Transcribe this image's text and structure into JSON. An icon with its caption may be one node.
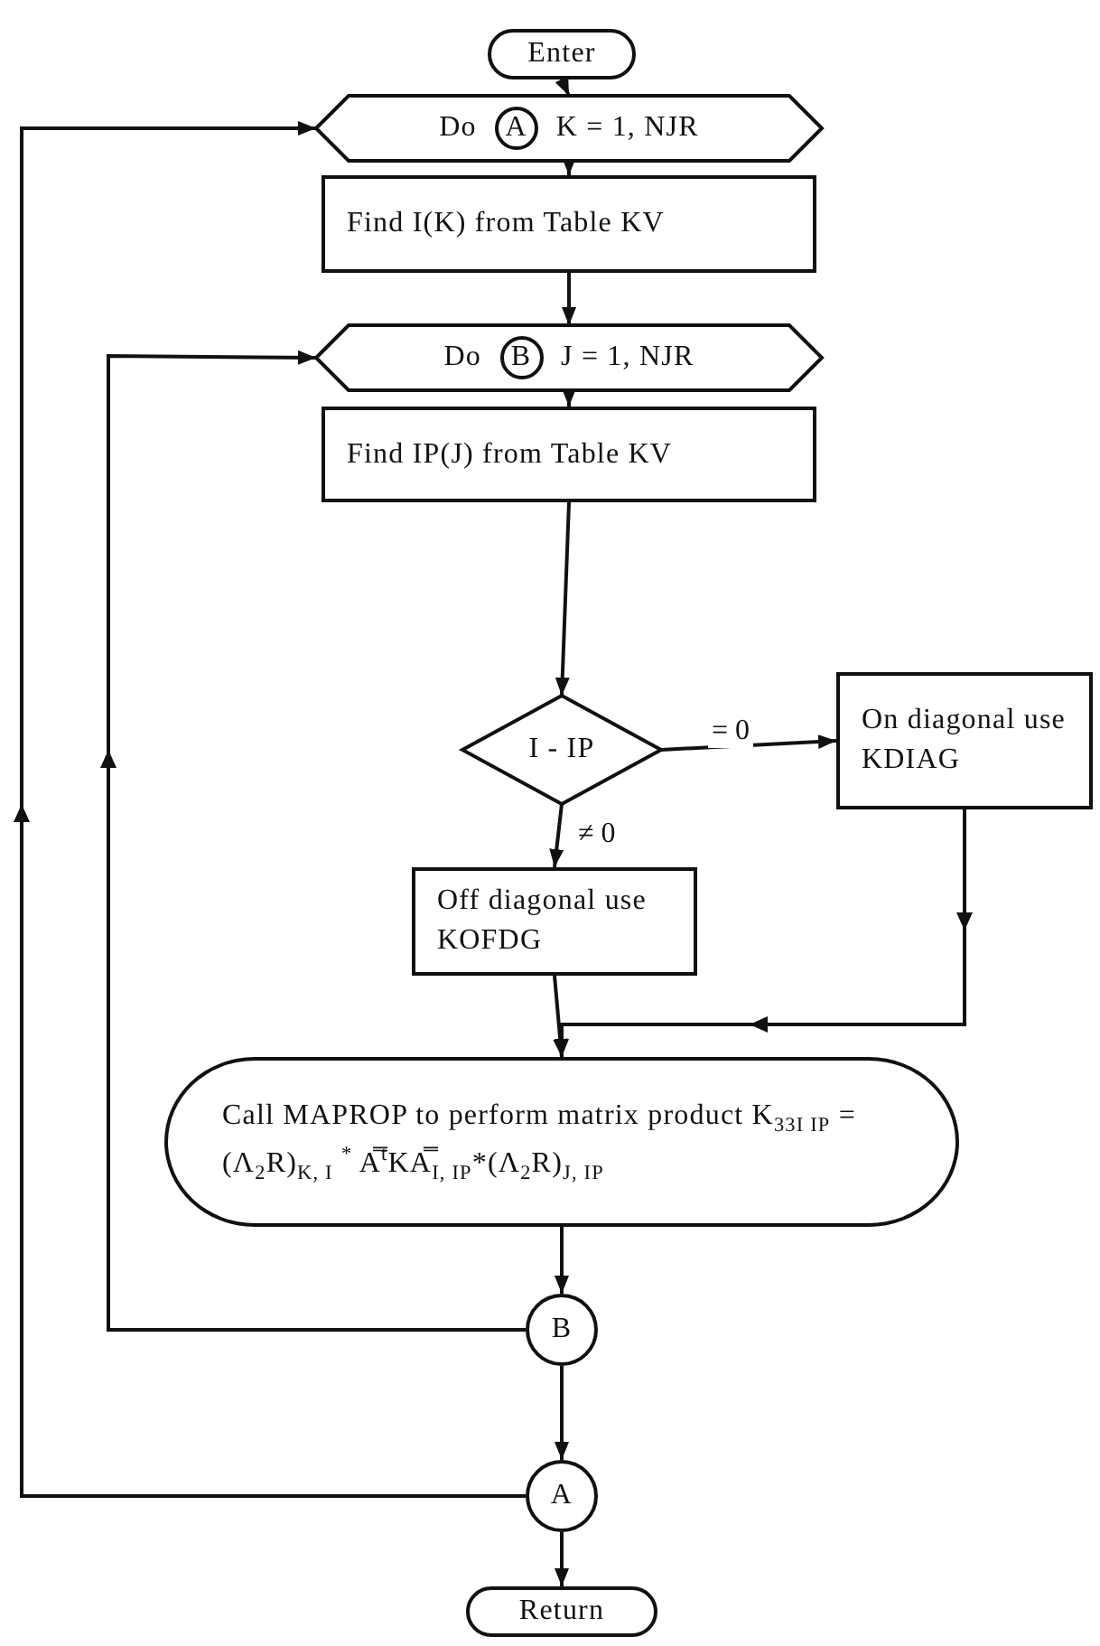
{
  "diagram": {
    "nodes": [
      {
        "text": [
          "Enter"
        ]
      },
      {
        "text": [
          "Do",
          "A",
          "K = 1, NJR"
        ]
      },
      {
        "text": [
          "Find I(K) from Table KV"
        ]
      },
      {
        "text": [
          "Do",
          "B",
          "J = 1, NJR"
        ]
      },
      {
        "text": [
          "Find IP(J) from Table KV"
        ]
      },
      {
        "text": [
          "I - IP"
        ]
      },
      {
        "text": [
          "On diagonal use KDIAG"
        ]
      },
      {
        "text": [
          "Off diagonal use KOFDG"
        ]
      },
      {
        "text": [
          "Call MAPROP to perform matrix product K$_{33I IP}$ = (Λ$_{2}$R)$_{K, I}$ $^{*}$ A̿$^{t}$KA̿$_{I, IP}$*(Λ$_{2}$R)$_{J, IP}$"
        ]
      },
      {
        "text": [
          "B"
        ]
      },
      {
        "text": [
          "A"
        ]
      },
      {
        "text": [
          "Return"
        ]
      }
    ],
    "edges": [
      {
        "from": 0,
        "to": 1,
        "arrow": "to"
      },
      {
        "from": 1,
        "to": 2,
        "arrow": "to"
      },
      {
        "from": 2,
        "to": 3,
        "arrow": "to"
      },
      {
        "from": 3,
        "to": 4,
        "arrow": "to"
      },
      {
        "from": 4,
        "to": 5,
        "arrow": "to"
      },
      {
        "from": 5,
        "to": 6,
        "arrow": "to",
        "label": "= 0"
      },
      {
        "from": 5,
        "to": 7,
        "arrow": "to",
        "label": "≠ 0"
      },
      {
        "from": 7,
        "to": 8,
        "arrow": "to"
      },
      {
        "from": 6,
        "to": 8,
        "arrow": "to"
      },
      {
        "from": 8,
        "to": 9,
        "arrow": "to"
      },
      {
        "from": 9,
        "to": 3,
        "arrow": "to"
      },
      {
        "from": 9,
        "to": 10,
        "arrow": "to"
      },
      {
        "from": 10,
        "to": 1,
        "arrow": "to"
      },
      {
        "from": 10,
        "to": 11,
        "arrow": "to"
      }
    ]
  }
}
